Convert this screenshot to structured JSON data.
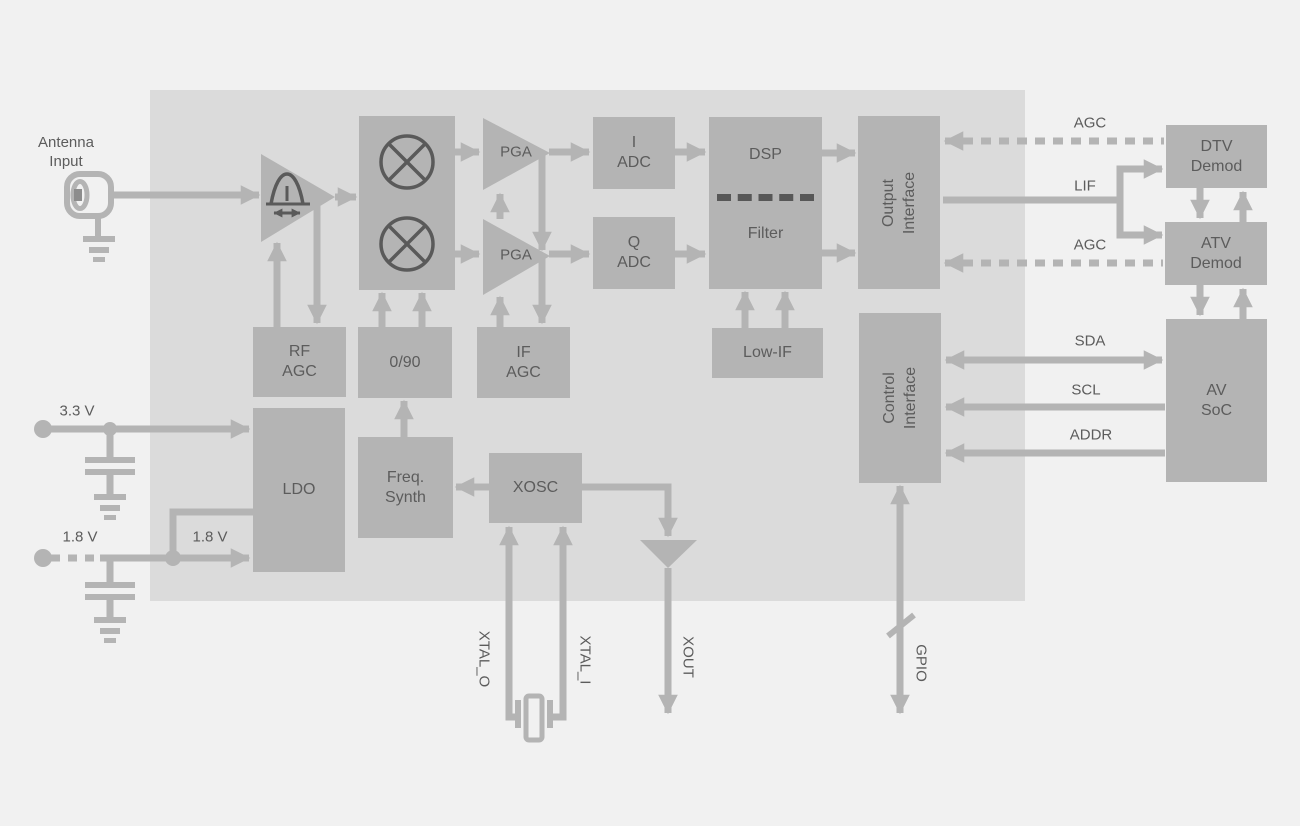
{
  "diagram": {
    "title_context": "TV tuner IC block diagram",
    "colors": {
      "page_bg": "#f1f1f1",
      "chip_bg": "#dbdbdb",
      "block_fill": "#b4b4b4",
      "wire": "#b4b4b4",
      "dark_accent": "#5a5a5a",
      "text": "#5c5c5c"
    },
    "external_labels": {
      "antenna": "Antenna\nInput",
      "supply_33": "3.3 V",
      "supply_18": "1.8 V",
      "supply_18_internal": "1.8 V",
      "agc_top": "AGC",
      "lif": "LIF",
      "agc_bottom": "AGC",
      "sda": "SDA",
      "scl": "SCL",
      "addr": "ADDR",
      "xtal_o": "XTAL_O",
      "xtal_i": "XTAL_I",
      "xout": "XOUT",
      "gpio": "GPIO"
    },
    "blocks": {
      "rf_agc": "RF\nAGC",
      "mixer_phase": "0/90",
      "if_agc": "IF\nAGC",
      "ldo": "LDO",
      "freq_synth": "Freq.\nSynth",
      "xosc": "XOSC",
      "pga_i": "PGA",
      "pga_q": "PGA",
      "adc_i": "I\nADC",
      "adc_q": "Q\nADC",
      "dsp": "DSP",
      "filter": "Filter",
      "low_if": "Low-IF",
      "output_interface": "Output\nInterface",
      "control_interface": "Control\nInterface",
      "dtv_demod": "DTV\nDemod",
      "atv_demod": "ATV\nDemod",
      "av_soc": "AV\nSoC"
    },
    "icons": {
      "antenna_connector": "coax-connector-icon",
      "lna": "tunable-bandpass-amplifier-icon",
      "mixers": "multiply-circle-icon",
      "buffer": "buffer-triangle-icon",
      "crystal": "crystal-resonator-icon",
      "capacitors": "capacitor-icon",
      "grounds": "ground-icon",
      "bus_slash": "bus-width-slash-icon"
    }
  }
}
